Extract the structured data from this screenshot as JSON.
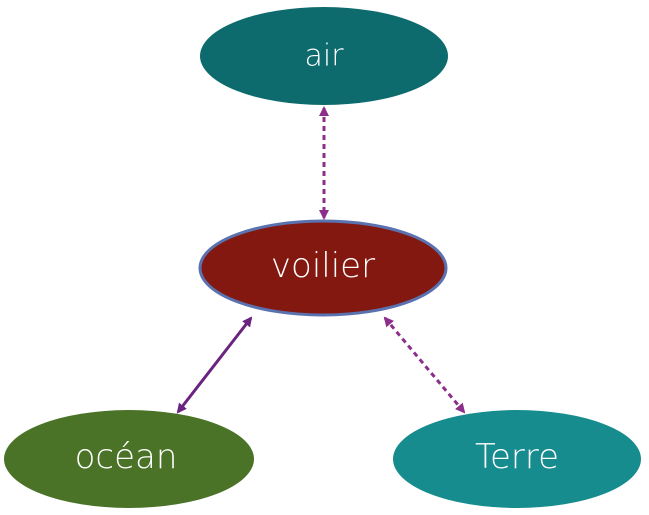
{
  "nodes": {
    "air": {
      "label": "air",
      "color": "#0e6b6d"
    },
    "voilier": {
      "label": "voilier",
      "color": "#82180f",
      "border_color": "#5b72b0"
    },
    "ocean": {
      "label": "océan",
      "color": "#4a7328"
    },
    "terre": {
      "label": "Terre",
      "color": "#178c8f"
    }
  },
  "edges": [
    {
      "from": "air",
      "to": "voilier",
      "style": "dashed",
      "direction": "both",
      "color": "#8b2f8b"
    },
    {
      "from": "voilier",
      "to": "océan",
      "style": "solid",
      "direction": "both",
      "color": "#6a2480"
    },
    {
      "from": "voilier",
      "to": "Terre",
      "style": "dashed",
      "direction": "both",
      "color": "#8b2f8b"
    }
  ]
}
